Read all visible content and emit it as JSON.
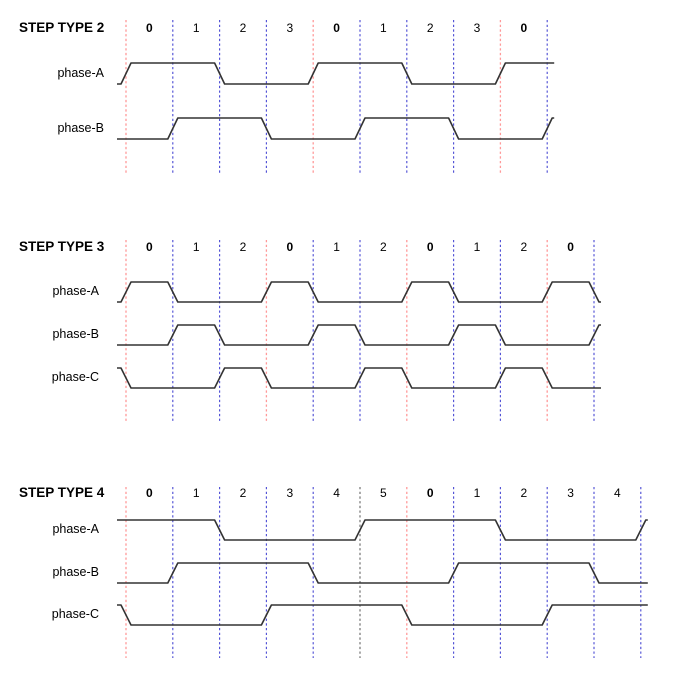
{
  "colors": {
    "background": "#ffffff",
    "boundary_red": "#ff9999",
    "boundary_blue": "#5050d5",
    "boundary_gray": "#6b6b6b",
    "waveform": "#333333",
    "text": "#000000"
  },
  "sections": [
    {
      "title": "STEP TYPE 2",
      "columns": [
        "0",
        "1",
        "2",
        "3",
        "0",
        "1",
        "2",
        "3",
        "0"
      ],
      "line_colors": [
        "red",
        "blue",
        "blue",
        "blue",
        "red",
        "blue",
        "blue",
        "blue",
        "red",
        "blue"
      ],
      "phases": [
        {
          "label": "phase-A",
          "prev": 0,
          "values": [
            1,
            1,
            0,
            0,
            1,
            1,
            0,
            0,
            1
          ],
          "next": 1
        },
        {
          "label": "phase-B",
          "prev": 0,
          "values": [
            0,
            1,
            1,
            0,
            0,
            1,
            1,
            0,
            0
          ],
          "next": 1
        }
      ]
    },
    {
      "title": "STEP TYPE 3",
      "columns": [
        "0",
        "1",
        "2",
        "0",
        "1",
        "2",
        "0",
        "1",
        "2",
        "0"
      ],
      "line_colors": [
        "red",
        "blue",
        "blue",
        "red",
        "blue",
        "blue",
        "red",
        "blue",
        "blue",
        "red",
        "blue"
      ],
      "phases": [
        {
          "label": "phase-A",
          "prev": 0,
          "values": [
            1,
            0,
            0,
            1,
            0,
            0,
            1,
            0,
            0,
            1
          ],
          "next": 0
        },
        {
          "label": "phase-B",
          "prev": 0,
          "values": [
            0,
            1,
            0,
            0,
            1,
            0,
            0,
            1,
            0,
            0
          ],
          "next": 1
        },
        {
          "label": "phase-C",
          "prev": 1,
          "values": [
            0,
            0,
            1,
            0,
            0,
            1,
            0,
            0,
            1,
            0
          ],
          "next": 0
        }
      ]
    },
    {
      "title": "STEP TYPE 4",
      "columns": [
        "0",
        "1",
        "2",
        "3",
        "4",
        "5",
        "0",
        "1",
        "2",
        "3",
        "4"
      ],
      "line_colors": [
        "red",
        "blue",
        "blue",
        "blue",
        "blue",
        "gray",
        "red",
        "blue",
        "blue",
        "blue",
        "blue",
        "blue"
      ],
      "phases": [
        {
          "label": "phase-A",
          "prev": 1,
          "values": [
            1,
            1,
            0,
            0,
            0,
            1,
            1,
            1,
            0,
            0,
            0
          ],
          "next": 1
        },
        {
          "label": "phase-B",
          "prev": 0,
          "values": [
            0,
            1,
            1,
            1,
            0,
            0,
            0,
            1,
            1,
            1,
            0
          ],
          "next": 0
        },
        {
          "label": "phase-C",
          "prev": 1,
          "values": [
            0,
            0,
            0,
            1,
            1,
            1,
            0,
            0,
            0,
            1,
            1
          ],
          "next": 1
        }
      ]
    }
  ]
}
